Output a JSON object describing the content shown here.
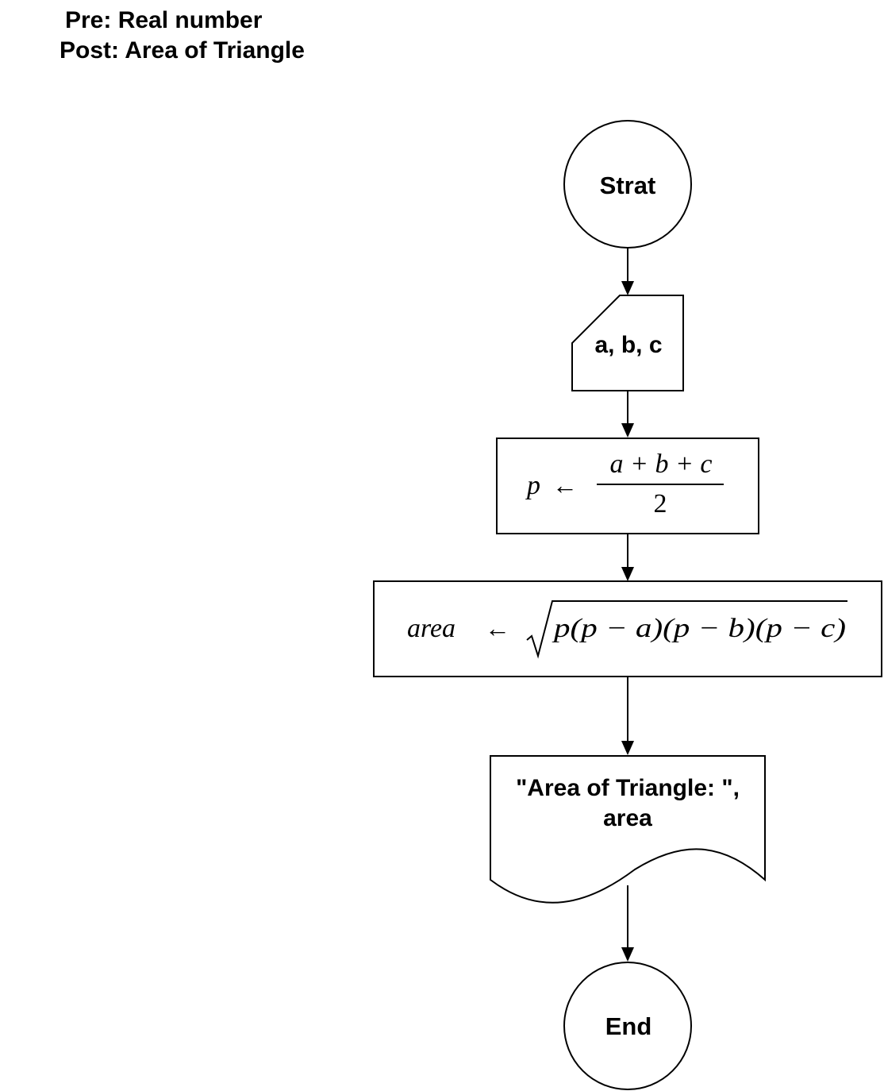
{
  "header": {
    "pre": "Pre: Real number",
    "post": "Post: Area of Triangle"
  },
  "nodes": {
    "start": {
      "label": "Strat"
    },
    "input": {
      "label": "a, b, c"
    },
    "compute_p": {
      "lhs": "p",
      "arrow": "←",
      "numerator": "a + b + c",
      "denominator": "2"
    },
    "compute_area": {
      "lhs": "area",
      "arrow": "←",
      "radicand": "p(p − a)(p − b)(p − c)"
    },
    "output": {
      "line1": "\"Area of Triangle: \",",
      "line2": "area"
    },
    "end": {
      "label": "End"
    }
  }
}
